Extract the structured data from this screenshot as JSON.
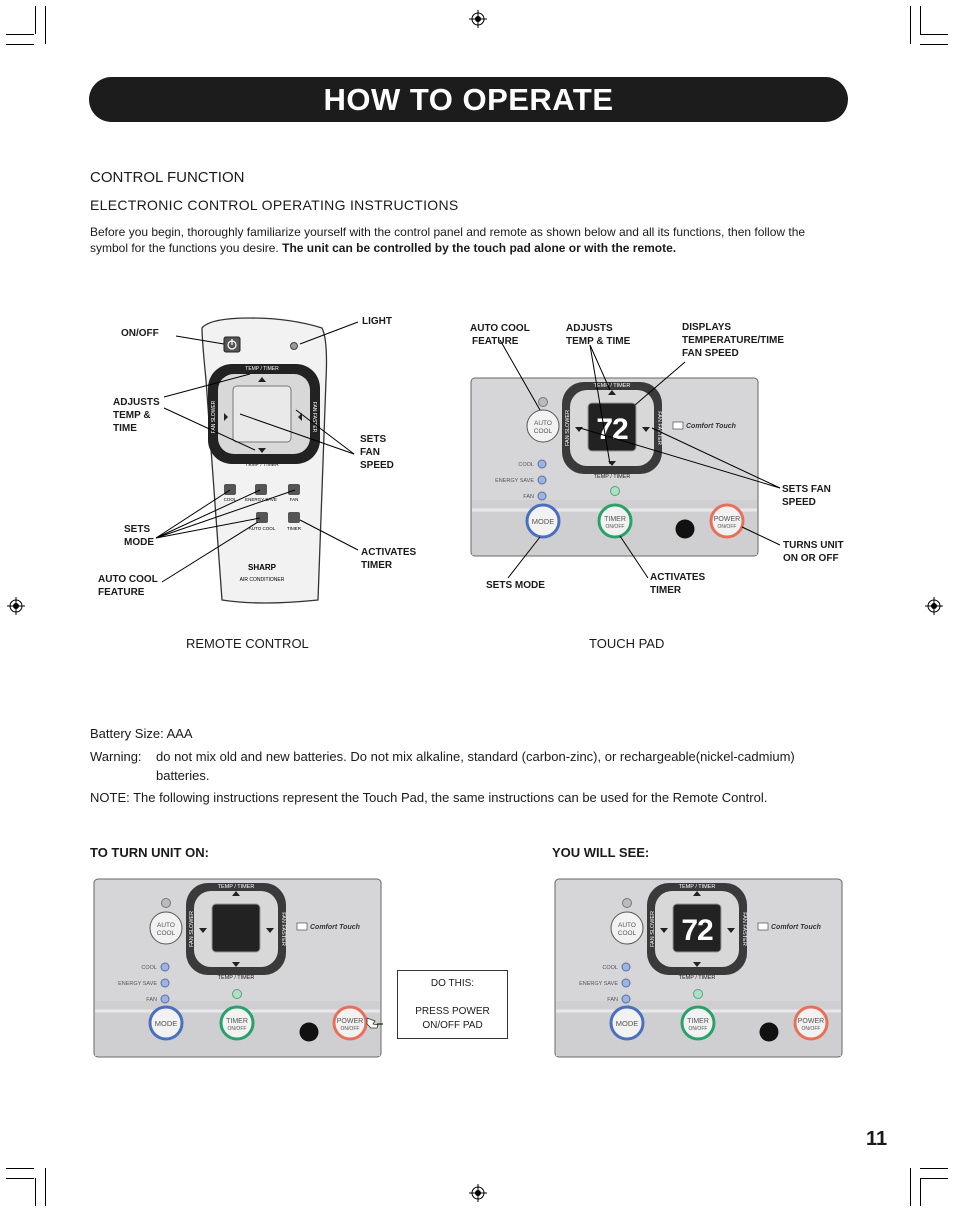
{
  "banner": {
    "title": "HOW TO OPERATE"
  },
  "section": {
    "heading": "CONTROL FUNCTION",
    "subheading": "ELECTRONIC CONTROL OPERATING INSTRUCTIONS",
    "intro_line1": "Before you begin, thoroughly familiarize yourself with the control panel and remote as shown below and all its functions, then follow the",
    "intro_line2": "symbol for the functions you desire.",
    "intro_bold": "The unit can be controlled by the touch pad alone or with the remote."
  },
  "remote": {
    "caption": "REMOTE CONTROL",
    "callouts": {
      "on_off": "ON/OFF",
      "light": "LIGHT",
      "adjusts_1": "ADJUSTS",
      "adjusts_2": "TEMP &",
      "adjusts_3": "TIME",
      "sets_fan_1": "SETS",
      "sets_fan_2": "FAN",
      "sets_fan_3": "SPEED",
      "sets_mode_1": "SETS",
      "sets_mode_2": "MODE",
      "activates_1": "ACTIVATES",
      "activates_2": "TIMER",
      "autocool_1": "AUTO COOL",
      "autocool_2": "FEATURE"
    },
    "device": {
      "temp_timer": "TEMP / TIMER",
      "fan_slower": "FAN SLOWER",
      "fan_faster": "FAN FASTER",
      "btn_cool": "COOL",
      "btn_energy": "ENERGY SAVE",
      "btn_fan": "FAN",
      "btn_auto": "AUTO COOL",
      "btn_timer": "TIMER",
      "brand": "SHARP",
      "model": "AIR CONDITIONER"
    }
  },
  "touchpad": {
    "caption": "TOUCH PAD",
    "callouts": {
      "autocool_1": "AUTO COOL",
      "autocool_2": "FEATURE",
      "adjusts_1": "ADJUSTS",
      "adjusts_2": "TEMP & TIME",
      "displays_1": "DISPLAYS",
      "displays_2": "TEMPERATURE/TIME",
      "displays_3": "FAN SPEED",
      "setsfan_1": "SETS FAN",
      "setsfan_2": "SPEED",
      "turns_1": "TURNS UNIT",
      "turns_2": "ON OR OFF",
      "setsmode": "SETS MODE",
      "activates_1": "ACTIVATES",
      "activates_2": "TIMER"
    },
    "panel": {
      "temp_timer": "TEMP / TIMER",
      "fan_slower": "FAN SLOWER",
      "fan_faster": "FAN FASTER",
      "display_value": "72",
      "brand": "Comfort Touch",
      "auto_1": "AUTO",
      "auto_2": "COOL",
      "cool": "COOL",
      "energy_save": "ENERGY SAVE",
      "fan": "FAN",
      "mode": "MODE",
      "timer": "TIMER",
      "timer_sub": "ON/OFF",
      "power": "POWER",
      "power_sub": "ON/OFF"
    }
  },
  "battery": {
    "size": "Battery Size: AAA",
    "warning_label": "Warning:",
    "warning_line1": "do not mix old and new batteries. Do not mix alkaline, standard (carbon-zinc), or rechargeable(nickel-cadmium)",
    "warning_line2": "batteries.",
    "note": "NOTE: The following instructions represent the Touch Pad, the same instructions can be used for the Remote Control."
  },
  "steps": {
    "turn_on": "TO TURN UNIT ON:",
    "you_will_see": "YOU WILL SEE:",
    "do_this": "DO THIS:",
    "press_1": "PRESS POWER",
    "press_2": "ON/OFF PAD"
  },
  "page_number": "11",
  "colors": {
    "mode_ring": "#4a6fbf",
    "timer_ring": "#2aa06a",
    "power_ring": "#e8705a",
    "panel_bg": "#d6d6d8",
    "banner_bg": "#1c1c1c"
  }
}
